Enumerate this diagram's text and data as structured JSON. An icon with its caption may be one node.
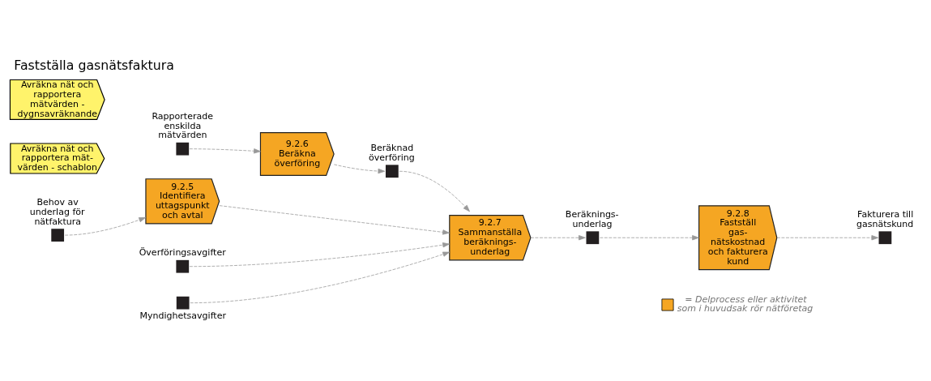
{
  "diagram": {
    "title": "Fastställa gasnätsfaktura",
    "nodes": [
      {
        "text": [
          "Avräkna nät och rapportera mätvärden - dygnsavräknande"
        ]
      },
      {
        "text": [
          "Avräkna nät och rapportera mät- värden - schablon"
        ]
      },
      {
        "text": [],
        "shape": "box",
        "beside": [
          "Rapporterade enskilda mätvärden"
        ]
      },
      {
        "text": [
          "9.2.6",
          "Beräkna överföring"
        ]
      },
      {
        "text": [],
        "shape": "box",
        "beside": [
          "Beräknad överföring"
        ]
      },
      {
        "text": [],
        "shape": "box",
        "beside": [
          "Behov av underlag för nätfaktura"
        ]
      },
      {
        "text": [
          "9.2.5",
          "Identifiera uttagspunkt och avtal"
        ]
      },
      {
        "text": [
          "9.2.7",
          "Sammanställa beräknings- underlag"
        ]
      },
      {
        "text": [],
        "shape": "box",
        "beside": [
          "Beräknings- underlag"
        ]
      },
      {
        "text": [
          "9.2.8",
          "Fastställ gas- nätskostnad och fakturera kund"
        ]
      },
      {
        "text": [],
        "shape": "box",
        "beside": [
          "Fakturera till gasnätskund"
        ]
      },
      {
        "text": [],
        "shape": "box",
        "beside": [
          "Överföringsavgifter"
        ]
      },
      {
        "text": [],
        "shape": "box",
        "beside": [
          "Myndighetsavgifter"
        ]
      }
    ],
    "edges": [
      {
        "from": 2,
        "to": 3,
        "arrow": "to",
        "style": "dashed"
      },
      {
        "from": 3,
        "to": 4,
        "arrow": "to",
        "style": "dashed"
      },
      {
        "from": 4,
        "to": 7,
        "arrow": "to",
        "style": "dashed"
      },
      {
        "from": 5,
        "to": 6,
        "arrow": "to",
        "style": "dashed"
      },
      {
        "from": 6,
        "to": 7,
        "arrow": "to",
        "style": "dashed"
      },
      {
        "from": 11,
        "to": 7,
        "arrow": "to",
        "style": "dashed"
      },
      {
        "from": 12,
        "to": 7,
        "arrow": "to",
        "style": "dashed"
      },
      {
        "from": 7,
        "to": 8,
        "arrow": "to",
        "style": "dashed"
      },
      {
        "from": 8,
        "to": 9,
        "arrow": "to",
        "style": "dashed"
      },
      {
        "from": 9,
        "to": 10,
        "arrow": "to",
        "style": "dashed"
      }
    ],
    "legend": [
      {
        "text": "= Delprocess eller aktivitet som i huvudsak rör nätföretag",
        "color": "#f5a623"
      }
    ]
  }
}
